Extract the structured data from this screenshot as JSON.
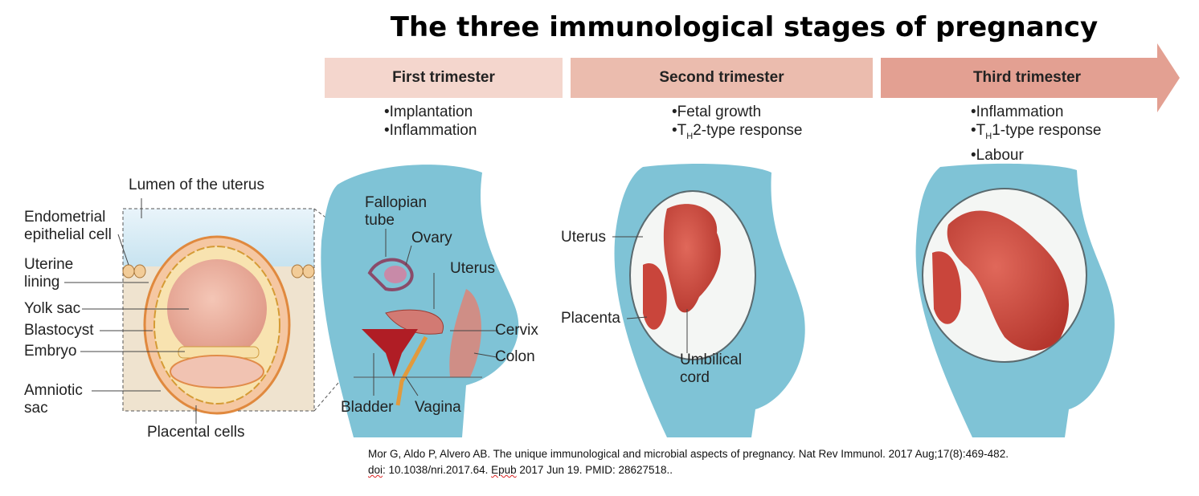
{
  "title": "The three immunological stages of pregnancy",
  "stages": [
    {
      "label": "First trimester",
      "bullets": [
        "Implantation",
        "Inflammation"
      ]
    },
    {
      "label": "Second trimester",
      "bullets": [
        "Fetal growth",
        "TH2-type response"
      ]
    },
    {
      "label": "Third trimester",
      "bullets": [
        "Inflammation",
        "TH1-type response",
        "Labour"
      ]
    }
  ],
  "blastocyst_labels": {
    "lumen": "Lumen of the uterus",
    "endometrial": "Endometrial epithelial cell",
    "uterine_lining": "Uterine lining",
    "yolk_sac": "Yolk sac",
    "blastocyst": "Blastocyst",
    "embryo": "Embryo",
    "amniotic_sac": "Amniotic sac",
    "placental_cells": "Placental cells"
  },
  "first_trimester_labels": {
    "fallopian_tube": "Fallopian tube",
    "ovary": "Ovary",
    "uterus": "Uterus",
    "cervix": "Cervix",
    "colon": "Colon",
    "bladder": "Bladder",
    "vagina": "Vagina"
  },
  "second_trimester_labels": {
    "uterus": "Uterus",
    "placenta": "Placenta",
    "umbilical_cord": "Umbilical cord"
  },
  "citation": {
    "line1": "Mor G, Aldo P, Alvero AB. The unique immunological and microbial aspects of pregnancy. Nat Rev Immunol. 2017 Aug;17(8):469-482.",
    "line2_pre": "doi",
    "line2_mid": ": 10.1038/nri.2017.64. ",
    "line2_epub": "Epub",
    "line2_post": " 2017 Jun 19. PMID: 28627518.."
  },
  "colors": {
    "arrow1": "#f3d4cb",
    "arrow2": "#ecbcb0",
    "arrow3": "#e29c90",
    "body_blue": "#7fc3d6",
    "tissue": "#eeddc8",
    "fetus": "#c9453b"
  }
}
